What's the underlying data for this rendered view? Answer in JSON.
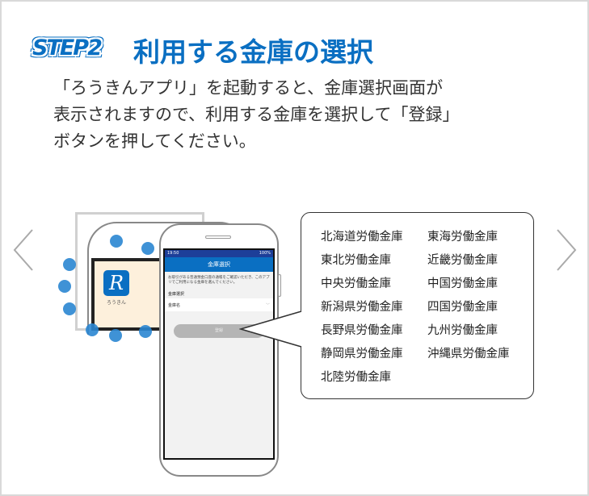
{
  "step": {
    "badge": "STEP2",
    "title": "利用する金庫の選択"
  },
  "description": [
    "「ろうきんアプリ」を起動すると、金庫選択画面が",
    "表示されますので、利用する金庫を選択して「登録」",
    "ボタンを押してください。"
  ],
  "nav": {
    "prev_icon": "chevron-left-icon",
    "next_icon": "chevron-right-icon"
  },
  "app_icon": {
    "label": "ろうきん"
  },
  "phone": {
    "status_time": "19:50",
    "status_battery": "100%",
    "app_title": "金庫選択",
    "info": "お取引がある普通預金口座の通帳をご確認いただき、このアプリでご利用になる金庫を選んでください。",
    "field_label": "金庫選択",
    "select_placeholder": "金庫名",
    "register_button": "登録"
  },
  "banks": [
    "北海道労働金庫",
    "東海労働金庫",
    "東北労働金庫",
    "近畿労働金庫",
    "中央労働金庫",
    "中国労働金庫",
    "新潟県労働金庫",
    "四国労働金庫",
    "長野県労働金庫",
    "九州労働金庫",
    "静岡県労働金庫",
    "沖縄県労働金庫",
    "北陸労働金庫"
  ],
  "colors": {
    "accent": "#0a6fc2",
    "dots": "#2a86d1"
  }
}
